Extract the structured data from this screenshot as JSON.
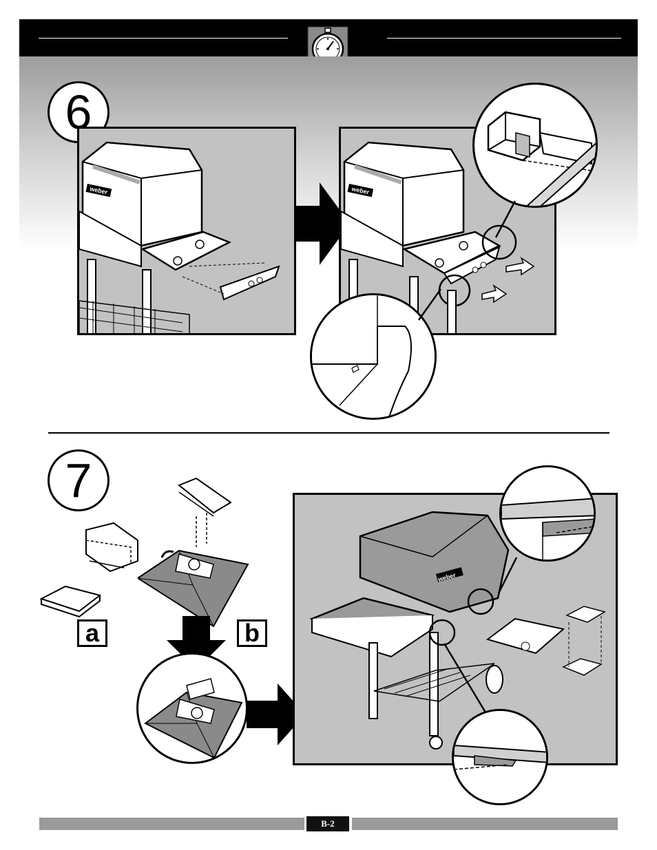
{
  "header": {
    "icon": "stopwatch-icon"
  },
  "steps": [
    {
      "number": "6"
    },
    {
      "number": "7"
    }
  ],
  "brand": {
    "logo_text": "weber"
  },
  "step7": {
    "label_a": "a",
    "label_b": "b"
  },
  "footer": {
    "page_number": "B-2"
  },
  "colors": {
    "header_bar": "#000000",
    "panel_fill": "#c2c2c2",
    "footer_bar": "#9a9a9a"
  }
}
